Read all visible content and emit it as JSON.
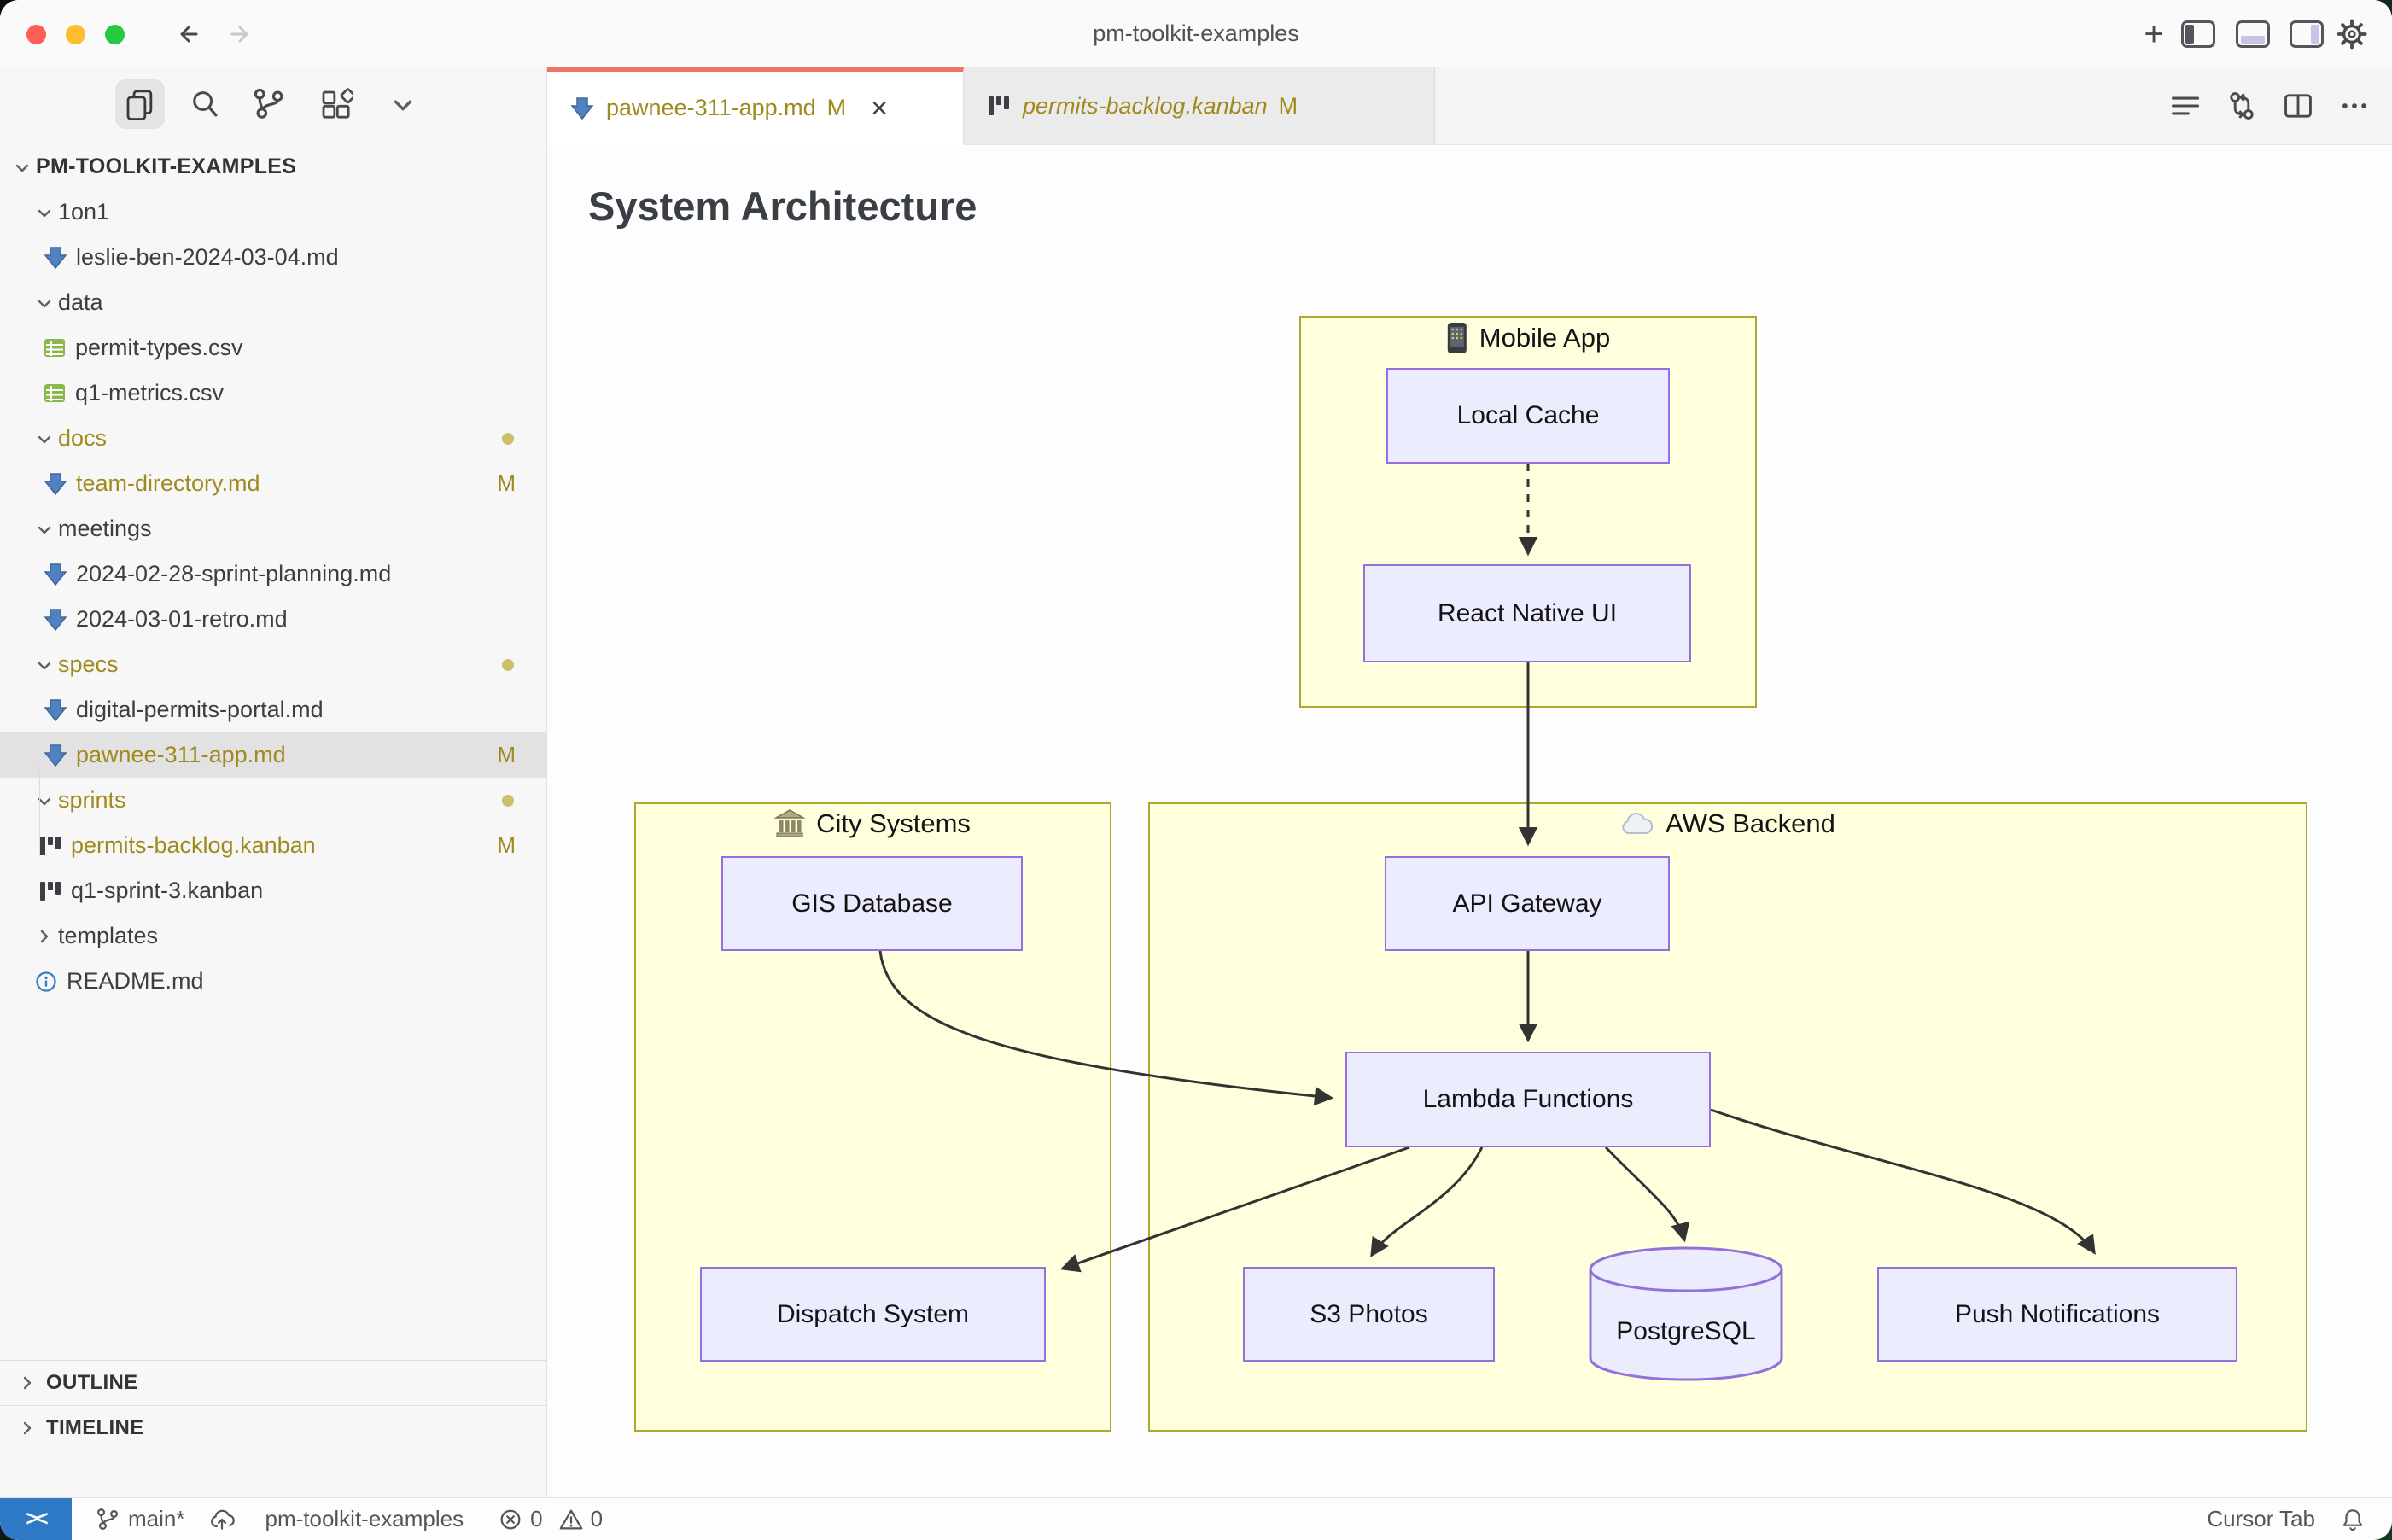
{
  "titlebar": {
    "title": "pm-toolkit-examples"
  },
  "sidebar": {
    "root": "PM-TOOLKIT-EXAMPLES",
    "tree": [
      {
        "label": "1on1",
        "badge": ""
      },
      {
        "label": "leslie-ben-2024-03-04.md",
        "badge": ""
      },
      {
        "label": "data",
        "badge": ""
      },
      {
        "label": "permit-types.csv",
        "badge": ""
      },
      {
        "label": "q1-metrics.csv",
        "badge": ""
      },
      {
        "label": "docs",
        "badge": "dot"
      },
      {
        "label": "team-directory.md",
        "badge": "M"
      },
      {
        "label": "meetings",
        "badge": ""
      },
      {
        "label": "2024-02-28-sprint-planning.md",
        "badge": ""
      },
      {
        "label": "2024-03-01-retro.md",
        "badge": ""
      },
      {
        "label": "specs",
        "badge": "dot"
      },
      {
        "label": "digital-permits-portal.md",
        "badge": ""
      },
      {
        "label": "pawnee-311-app.md",
        "badge": "M"
      },
      {
        "label": "sprints",
        "badge": "dot"
      },
      {
        "label": "permits-backlog.kanban",
        "badge": "M"
      },
      {
        "label": "q1-sprint-3.kanban",
        "badge": ""
      },
      {
        "label": "templates",
        "badge": ""
      },
      {
        "label": "README.md",
        "badge": ""
      }
    ],
    "sections": {
      "outline": "OUTLINE",
      "timeline": "TIMELINE"
    }
  },
  "tabs": {
    "tab1": {
      "label": "pawnee-311-app.md",
      "badge": "M"
    },
    "tab2": {
      "label": "permits-backlog.kanban",
      "badge": "M"
    }
  },
  "editor": {
    "heading": "System Architecture"
  },
  "diagram": {
    "groups": {
      "mobile": "Mobile App",
      "city": "City Systems",
      "aws": "AWS Backend"
    },
    "nodes": {
      "local_cache": "Local Cache",
      "react_native": "React Native UI",
      "api_gateway": "API Gateway",
      "gis": "GIS Database",
      "dispatch": "Dispatch System",
      "lambda": "Lambda Functions",
      "s3": "S3 Photos",
      "postgres": "PostgreSQL",
      "push": "Push Notifications"
    },
    "colors": {
      "node_fill": "#ECECFF",
      "node_border": "#9370DB",
      "group_fill": "#ffffde",
      "group_border": "#aaaa33",
      "edge": "#333333"
    }
  },
  "statusbar": {
    "branch": "main*",
    "project": "pm-toolkit-examples",
    "errors": "0",
    "warnings": "0",
    "cursor_tab": "Cursor Tab"
  }
}
